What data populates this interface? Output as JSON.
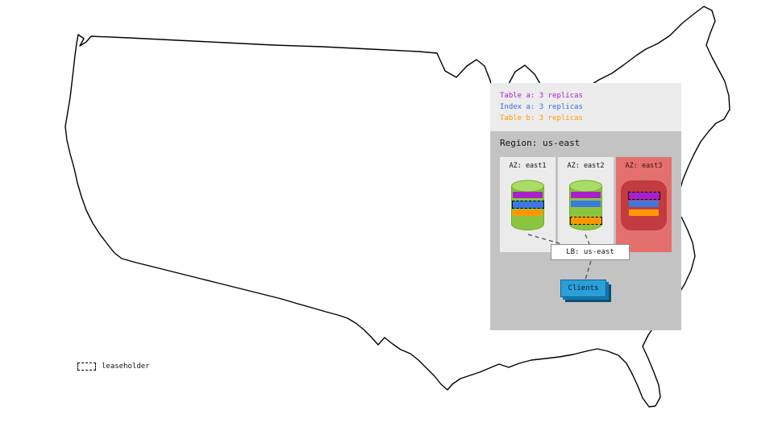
{
  "legend": {
    "items": [
      {
        "label": "Table a: 3 replicas",
        "color": "#a820c9"
      },
      {
        "label": "Index a: 3 replicas",
        "color": "#2f6de8"
      },
      {
        "label": "Table b: 3 replicas",
        "color": "#ff9800"
      }
    ]
  },
  "region": {
    "title": "Region: us-east",
    "azs": [
      {
        "label": "AZ: east1",
        "failed": false,
        "replicas": [
          {
            "name": "Table a",
            "color": "#a820c9",
            "leaseholder": false
          },
          {
            "name": "Index a",
            "color": "#3c78e0",
            "leaseholder": true
          },
          {
            "name": "Table b",
            "color": "#ff9800",
            "leaseholder": false
          }
        ]
      },
      {
        "label": "AZ: east2",
        "failed": false,
        "replicas": [
          {
            "name": "Table a",
            "color": "#a820c9",
            "leaseholder": false
          },
          {
            "name": "Index a",
            "color": "#3c78e0",
            "leaseholder": false
          },
          {
            "name": "Table b",
            "color": "#ff9800",
            "leaseholder": true
          }
        ]
      },
      {
        "label": "AZ: east3",
        "failed": true,
        "replicas": [
          {
            "name": "Table a",
            "color": "#a820c9",
            "leaseholder": true
          },
          {
            "name": "Index a",
            "color": "#3c78e0",
            "leaseholder": false
          },
          {
            "name": "Table b",
            "color": "#ff9800",
            "leaseholder": false
          }
        ]
      }
    ],
    "load_balancer": {
      "label": "LB: us-east"
    },
    "clients": {
      "label": "Clients"
    }
  },
  "map_legend": {
    "leaseholder_label": "leaseholder"
  },
  "colors": {
    "legend_bg": "#ececec",
    "region_bg": "#c3c3c3",
    "az_bg": "#ebebeb",
    "az_failed_bg": "#e4706e",
    "az_failed_blob": "#c23b40",
    "cylinder_green": "#8bc53f",
    "clients_blue": "#2a9fd8",
    "map_outline": "#000000"
  }
}
